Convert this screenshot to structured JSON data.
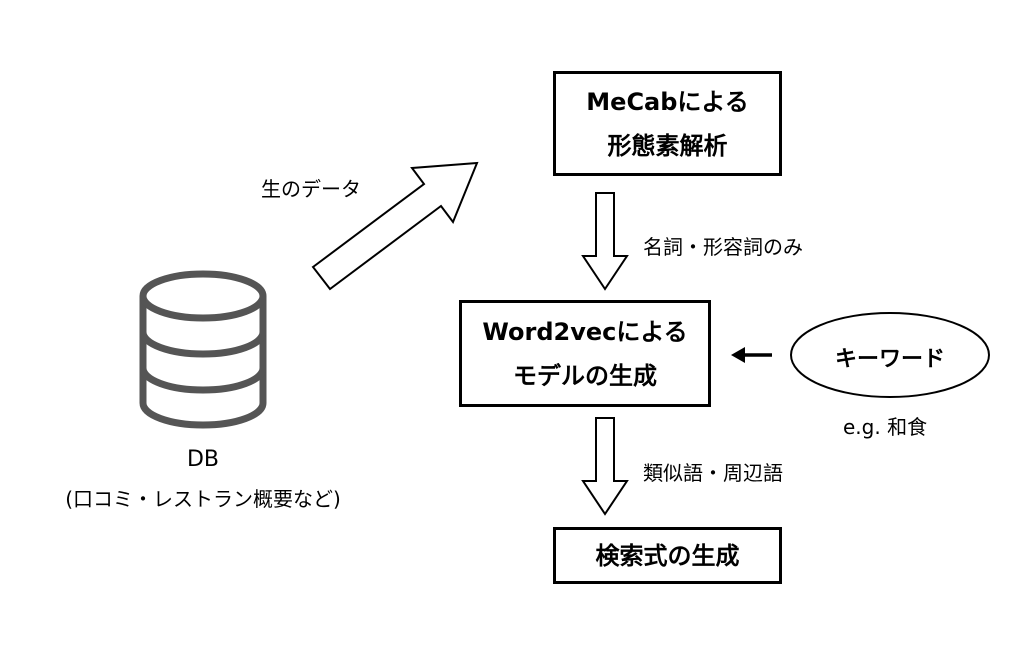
{
  "boxes": {
    "mecab": {
      "line1": "MeCabによる",
      "line2": "形態素解析"
    },
    "word2vec": {
      "line1": "Word2vecによる",
      "line2": "モデルの生成"
    },
    "search": {
      "line1": "検索式の生成"
    }
  },
  "labels": {
    "raw_data": "生のデータ",
    "nouns_adjectives": "名詞・形容詞のみ",
    "similar_words": "類似語・周辺語",
    "keyword": "キーワード",
    "example": "e.g. 和食",
    "db_title": "DB",
    "db_subtitle": "(口コミ・レストラン概要など)"
  },
  "icons": {
    "db": "database-icon"
  },
  "colors": {
    "stroke": "#000000",
    "db_icon": "#555555"
  }
}
